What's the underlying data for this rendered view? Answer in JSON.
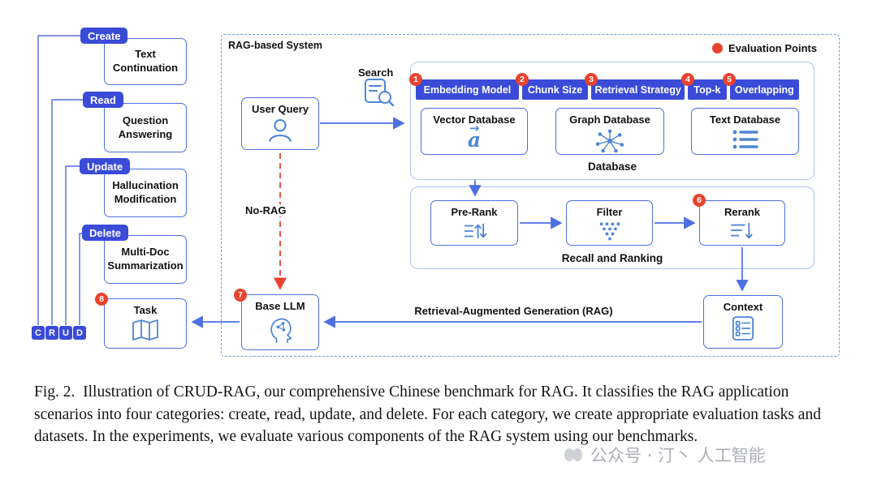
{
  "left_panel": {
    "categories": [
      {
        "badge": "Create",
        "task": "Text Continuation"
      },
      {
        "badge": "Read",
        "task": "Question Answering"
      },
      {
        "badge": "Update",
        "task": "Hallucination Modification"
      },
      {
        "badge": "Delete",
        "task": "Multi-Doc Summarization"
      }
    ],
    "task_label": "Task",
    "task_marker": "8",
    "crud": [
      "C",
      "R",
      "U",
      "D"
    ]
  },
  "system": {
    "title": "RAG-based System",
    "legend_label": "Evaluation Points",
    "user_query_label": "User Query",
    "search_label": "Search",
    "no_rag_label": "No-RAG",
    "rag_arrow_label": "Retrieval-Augmented Generation (RAG)",
    "parameters": [
      {
        "marker": "1",
        "label": "Embedding Model"
      },
      {
        "marker": "2",
        "label": "Chunk Size"
      },
      {
        "marker": "3",
        "label": "Retrieval Strategy"
      },
      {
        "marker": "4",
        "label": "Top-k"
      },
      {
        "marker": "5",
        "label": "Overlapping"
      }
    ],
    "databases": {
      "items": [
        "Vector Database",
        "Graph Database",
        "Text Database"
      ],
      "group_label": "Database"
    },
    "ranking": {
      "stages": [
        "Pre-Rank",
        "Filter",
        "Rerank"
      ],
      "rerank_marker": "6",
      "group_label": "Recall and Ranking"
    },
    "context_label": "Context",
    "base_llm_label": "Base LLM",
    "base_llm_marker": "7"
  },
  "caption": {
    "tag": "Fig. 2.",
    "text": "Illustration of CRUD-RAG, our comprehensive Chinese benchmark for RAG. It classifies the RAG application scenarios into four categories: create, read, update, and delete. For each category, we create appropriate evaluation tasks and datasets. In the experiments, we evaluate various components of the RAG system using our benchmarks."
  },
  "watermark": {
    "icon": "hands-icon",
    "text": "公众号 · 汀丶 人工智能"
  },
  "colors": {
    "blue": "#3a4bd8",
    "box_border_blue": "#4d6fe3",
    "icon_blue": "#4e86d6",
    "section_border": "#aec4ec",
    "dashed_border": "#6f9bd6",
    "red": "#e8432e"
  }
}
